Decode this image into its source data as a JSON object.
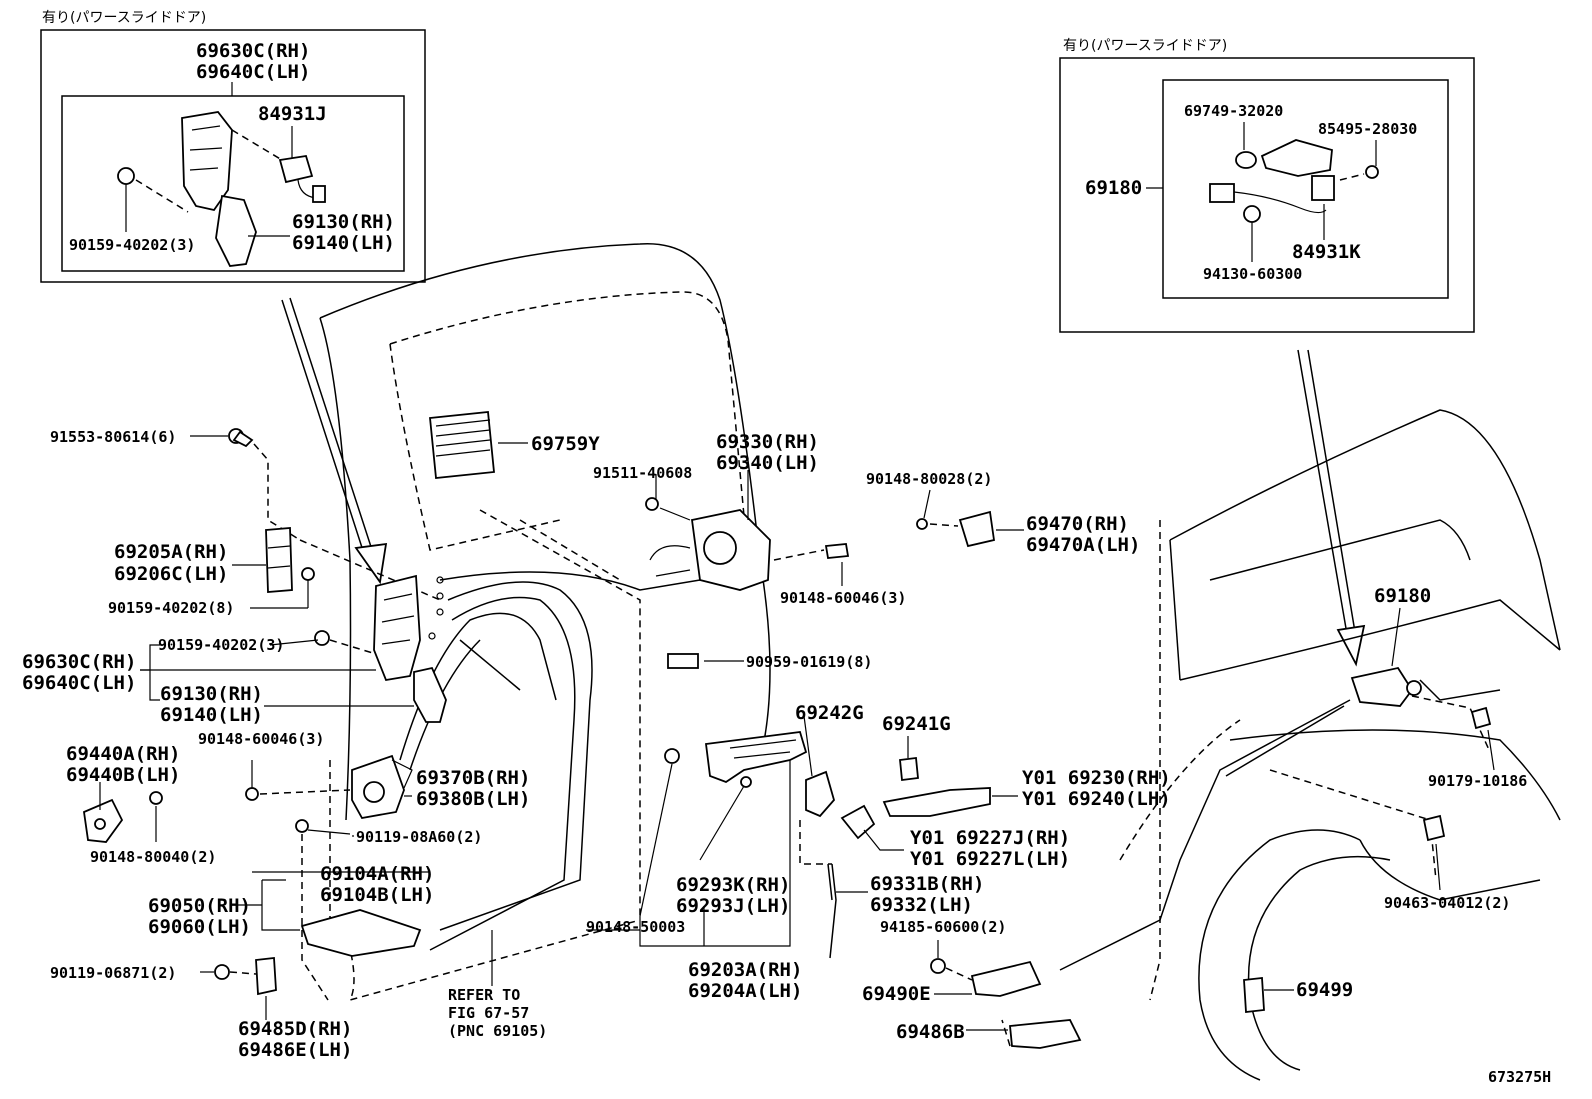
{
  "figure_id": "673275H",
  "insets": {
    "left_caption": "有り(パワースライドドア)",
    "right_caption": "有り(パワースライドドア)",
    "left": {
      "sub_assy": [
        "69630C(RH)",
        "69640C(LH)"
      ],
      "switch": "84931J",
      "screw": "90159-40202(3)",
      "bracket": [
        "69130(RH)",
        "69140(LH)"
      ]
    },
    "right": {
      "assy": "69180",
      "clamp": "69749-32020",
      "screw": "85495-28030",
      "switch": "84931K",
      "grommet": "94130-60300"
    }
  },
  "callouts": {
    "p91553": "91553-80614(6)",
    "p69759Y": "69759Y",
    "p69330": [
      "69330(RH)",
      "69340(LH)"
    ],
    "p91511": "91511-40608",
    "p90148_80028": "90148-80028(2)",
    "p69470": [
      "69470(RH)",
      "69470A(LH)"
    ],
    "p69205A": [
      "69205A(RH)",
      "69206C(LH)"
    ],
    "p90159_8": "90159-40202(8)",
    "p90148_60046_main": "90148-60046(3)",
    "p90159_3": "90159-40202(3)",
    "p69630C": [
      "69630C(RH)",
      "69640C(LH)"
    ],
    "p69130": [
      "69130(RH)",
      "69140(LH)"
    ],
    "p90959": "90959-01619(8)",
    "p69180_main": "69180",
    "p90148_60046_left": "90148-60046(3)",
    "p69440A": [
      "69440A(RH)",
      "69440B(LH)"
    ],
    "p69370B": [
      "69370B(RH)",
      "69380B(LH)"
    ],
    "p69242G": "69242G",
    "p69241G": "69241G",
    "p90179": "90179-10186",
    "p90148_80040": "90148-80040(2)",
    "p90119_08A60": "90119-08A60(2)",
    "p69230": [
      "Y01 69230(RH)",
      "Y01 69240(LH)"
    ],
    "p69227J": [
      "Y01 69227J(RH)",
      "Y01 69227L(LH)"
    ],
    "p69104A": [
      "69104A(RH)",
      "69104B(LH)"
    ],
    "p69050": [
      "69050(RH)",
      "69060(LH)"
    ],
    "p69293K": [
      "69293K(RH)",
      "69293J(LH)"
    ],
    "p69331B": [
      "69331B(RH)",
      "69332(LH)"
    ],
    "p90463": "90463-04012(2)",
    "p90148_50003": "90148-50003",
    "p94185": "94185-60600(2)",
    "p90119_06871": "90119-06871(2)",
    "p69203A": [
      "69203A(RH)",
      "69204A(LH)"
    ],
    "p69490E": "69490E",
    "p69499": "69499",
    "p69485D": [
      "69485D(RH)",
      "69486E(LH)"
    ],
    "p69486B": "69486B",
    "refer": [
      "REFER TO",
      "FIG 67-57",
      "(PNC 69105)"
    ]
  }
}
